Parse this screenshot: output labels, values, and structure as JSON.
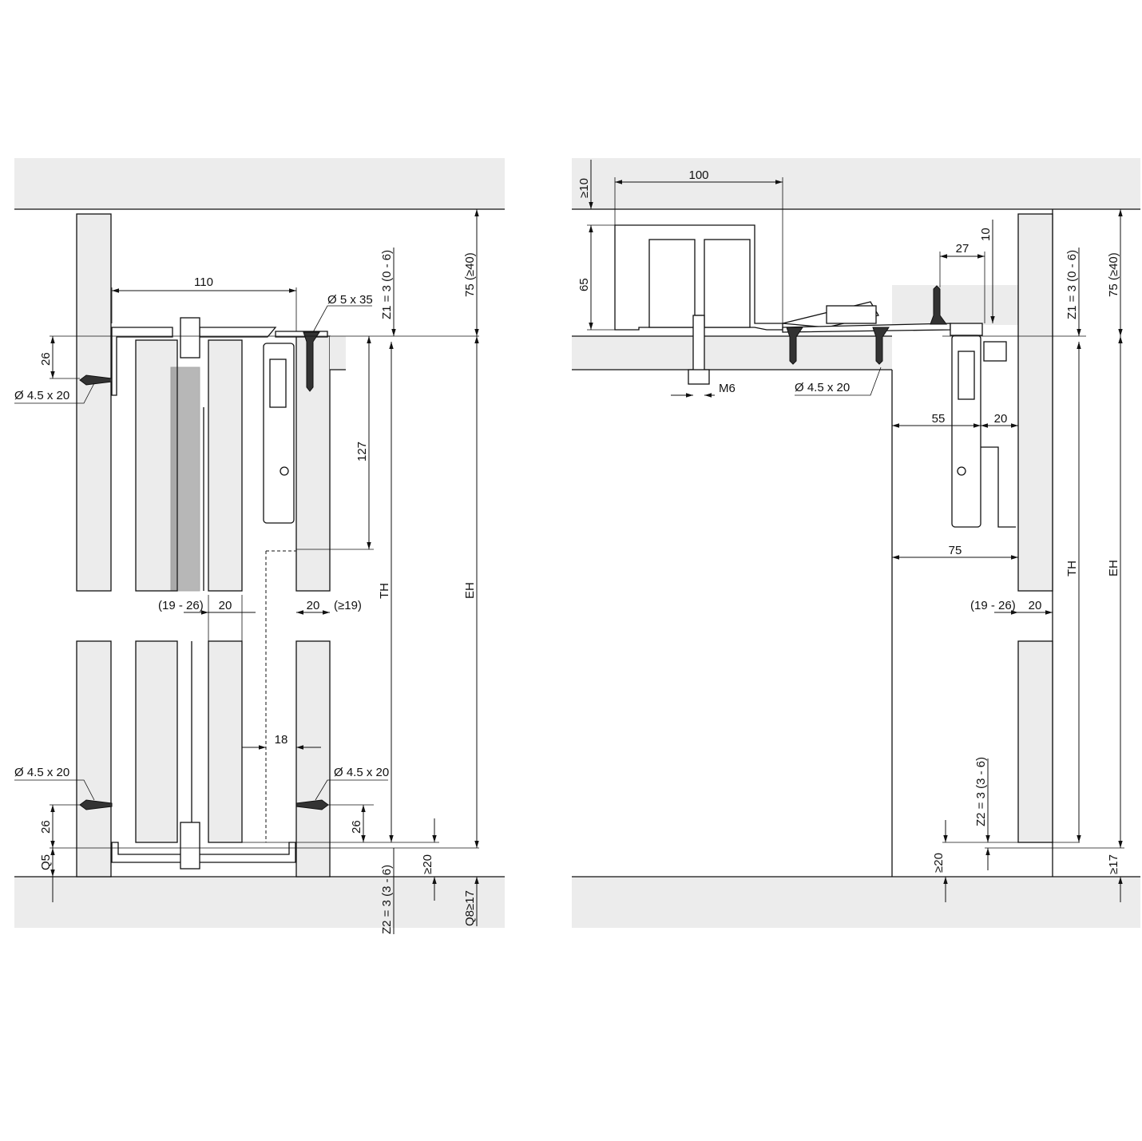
{
  "left_view": {
    "labels": {
      "width_110": "110",
      "screw_top": "Ø 5 x 35",
      "z1": "Z1 = 3 (0 - 6)",
      "ceiling_75": "75  (≥40)",
      "top_26": "26",
      "screw_top_left": "Ø 4.5 x 20",
      "h_127": "127",
      "th": "TH",
      "eh": "EH",
      "gap_19_26": "(19 - 26)",
      "door_20": "20",
      "door_20b": "20",
      "gap_19": "(≥19)",
      "offset_18": "18",
      "screw_bottom_left": "Ø 4.5 x 20",
      "screw_bottom_right": "Ø 4.5 x 20",
      "bottom_26_left": "26",
      "bottom_26_right": "26",
      "q5": "Q5",
      "z2": "Z2 = 3 (3 - 6)",
      "min_20": "≥20",
      "q8": "Q8≥17"
    }
  },
  "right_view": {
    "labels": {
      "min_10": "≥10",
      "width_100": "100",
      "h_65": "65",
      "w_27": "27",
      "h_10": "10",
      "z1": "Z1 = 3 (0 - 6)",
      "ceiling_75": "75  (≥40)",
      "m6": "M6",
      "screw": "Ø 4.5 x 20",
      "w_55": "55",
      "w_20": "20",
      "w_75": "75",
      "th": "TH",
      "eh": "EH",
      "gap_19_26": "(19 - 26)",
      "door_20": "20",
      "z2": "Z2 = 3 (3 - 6)",
      "min_20": "≥20",
      "min_17": "≥17"
    }
  }
}
